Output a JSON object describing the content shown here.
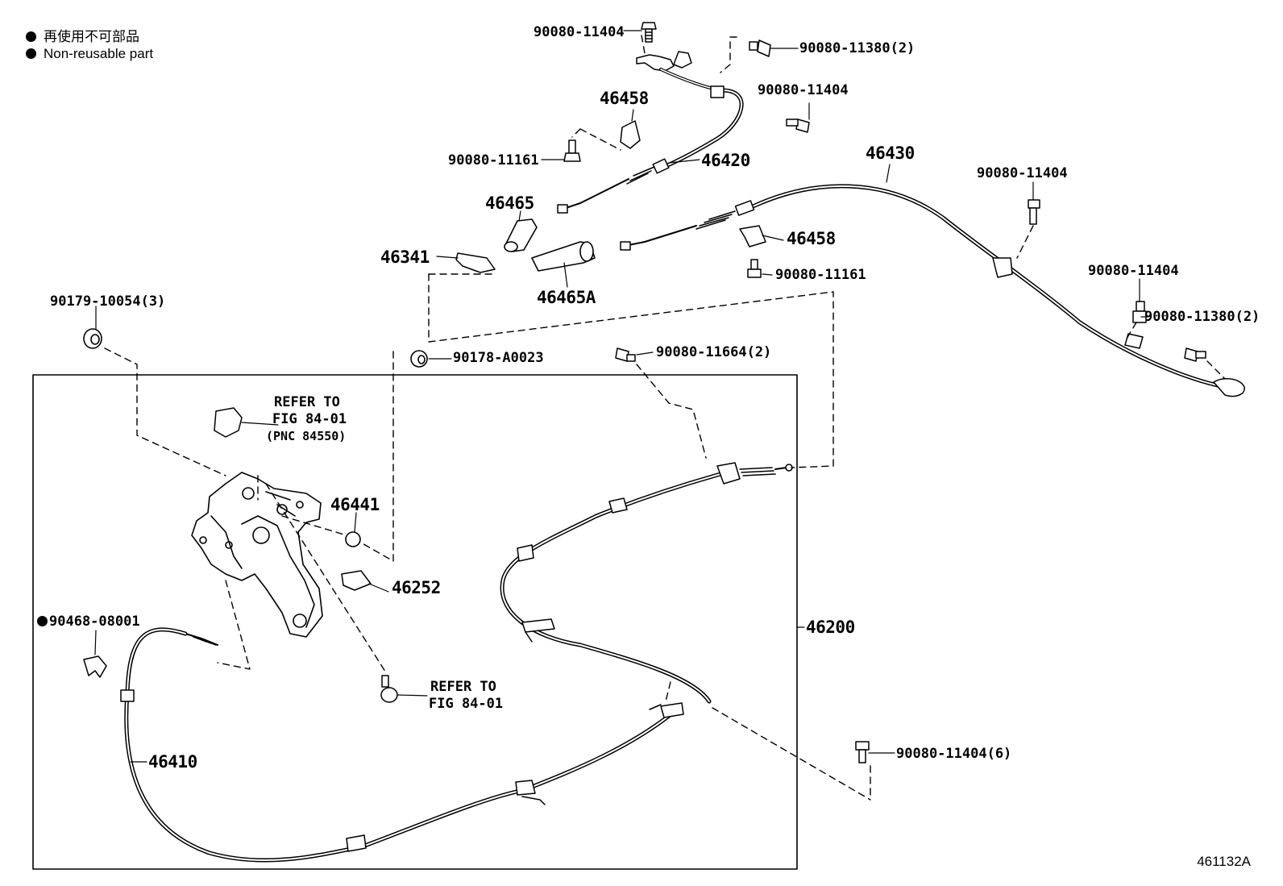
{
  "legend": {
    "line1": "再使用不可部品",
    "line2": "Non-reusable part"
  },
  "labels": {
    "p90080_11404_top": "90080-11404",
    "p90080_11380_2_top": "90080-11380(2)",
    "p90080_11404_mid": "90080-11404",
    "p46458_top": "46458",
    "p90080_11161_left": "90080-11161",
    "p46420": "46420",
    "p46430": "46430",
    "p90080_11404_right1": "90080-11404",
    "p46465": "46465",
    "p46458_mid": "46458",
    "p46341": "46341",
    "p90080_11161_mid": "90080-11161",
    "p46465A": "46465A",
    "p90080_11404_right2": "90080-11404",
    "p90080_11380_2_right": "90080-11380(2)",
    "p90179_10054_3": "90179-10054(3)",
    "p90178_A0023": "90178-A0023",
    "p90080_11664_2": "90080-11664(2)",
    "refer1_l1": "REFER TO",
    "refer1_l2": "FIG 84-01",
    "refer1_l3": "(PNC 84550)",
    "p46441": "46441",
    "p46252": "46252",
    "p46200": "46200",
    "p90468_08001": "90468-08001",
    "refer2_l1": "REFER TO",
    "refer2_l2": "FIG 84-01",
    "p46410": "46410",
    "p90080_11404_6": "90080-11404(6)"
  },
  "illustration_code": "461132A"
}
